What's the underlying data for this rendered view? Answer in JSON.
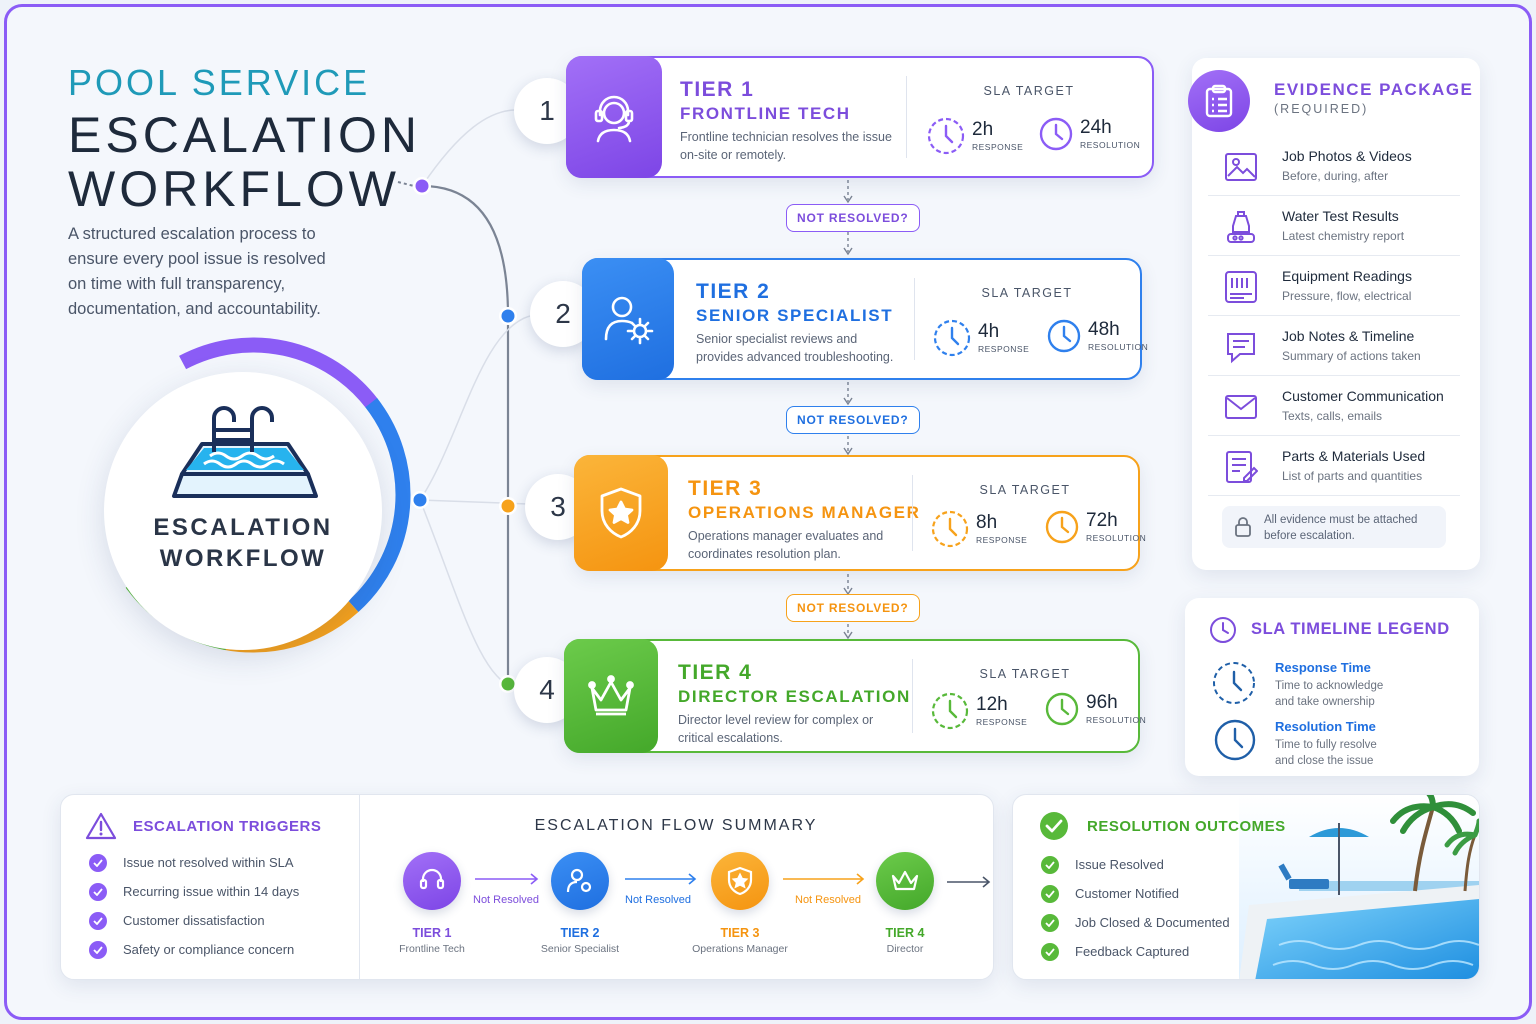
{
  "header": {
    "title_small": "POOL SERVICE",
    "title_line1": "ESCALATION",
    "title_line2": "WORKFLOW",
    "intro": "A structured escalation process to ensure every pool issue is resolved on time with full transparency, documentation, and accountability."
  },
  "hub": {
    "line1": "ESCALATION",
    "line2": "WORKFLOW"
  },
  "colors": {
    "purple": "#8b5cf6",
    "blue": "#2f80ed",
    "orange": "#f7a21b",
    "green": "#58b93a"
  },
  "tiers": [
    {
      "number": "1",
      "name": "TIER 1",
      "role": "FRONTLINE TECH",
      "desc": "Frontline technician resolves the issue on-site or remotely.",
      "sla_title": "SLA TARGET",
      "response": "2h",
      "resolution": "24h",
      "response_label": "RESPONSE",
      "resolution_label": "RESOLUTION",
      "icon": "headset-icon"
    },
    {
      "number": "2",
      "name": "TIER 2",
      "role": "SENIOR SPECIALIST",
      "desc": "Senior specialist reviews and provides advanced troubleshooting.",
      "sla_title": "SLA TARGET",
      "response": "4h",
      "resolution": "48h",
      "response_label": "RESPONSE",
      "resolution_label": "RESOLUTION",
      "icon": "user-gear-icon"
    },
    {
      "number": "3",
      "name": "TIER 3",
      "role": "OPERATIONS MANAGER",
      "desc": "Operations manager evaluates and coordinates resolution plan.",
      "sla_title": "SLA TARGET",
      "response": "8h",
      "resolution": "72h",
      "response_label": "RESPONSE",
      "resolution_label": "RESOLUTION",
      "icon": "shield-star-icon"
    },
    {
      "number": "4",
      "name": "TIER 4",
      "role": "DIRECTOR ESCALATION",
      "desc": "Director level review for complex or critical escalations.",
      "sla_title": "SLA TARGET",
      "response": "12h",
      "resolution": "96h",
      "response_label": "RESPONSE",
      "resolution_label": "RESOLUTION",
      "icon": "crown-icon"
    }
  ],
  "not_resolved": "NOT RESOLVED?",
  "evidence": {
    "title": "EVIDENCE PACKAGE",
    "subtitle": "(REQUIRED)",
    "items": [
      {
        "title": "Job Photos & Videos",
        "sub": "Before, during, after",
        "icon": "image-icon"
      },
      {
        "title": "Water Test Results",
        "sub": "Latest chemistry report",
        "icon": "test-kit-icon"
      },
      {
        "title": "Equipment Readings",
        "sub": "Pressure, flow, electrical",
        "icon": "gauge-panel-icon"
      },
      {
        "title": "Job Notes & Timeline",
        "sub": "Summary of actions taken",
        "icon": "notes-icon"
      },
      {
        "title": "Customer Communication",
        "sub": "Texts, calls, emails",
        "icon": "mail-icon"
      },
      {
        "title": "Parts & Materials Used",
        "sub": "List of parts and quantities",
        "icon": "parts-list-icon"
      }
    ],
    "note_line1": "All evidence must be attached",
    "note_line2": "before escalation."
  },
  "legend": {
    "title": "SLA TIMELINE LEGEND",
    "response_title": "Response Time",
    "response_desc1": "Time to acknowledge",
    "response_desc2": "and take ownership",
    "resolution_title": "Resolution Time",
    "resolution_desc1": "Time to fully resolve",
    "resolution_desc2": "and close the issue"
  },
  "triggers": {
    "title": "ESCALATION TRIGGERS",
    "items": [
      "Issue not resolved within SLA",
      "Recurring issue within 14 days",
      "Customer dissatisfaction",
      "Safety or compliance concern"
    ]
  },
  "flow_summary": {
    "title": "ESCALATION FLOW SUMMARY",
    "arrow_label": "Not Resolved",
    "nodes": [
      {
        "title": "TIER 1",
        "sub": "Frontline Tech"
      },
      {
        "title": "TIER 2",
        "sub": "Senior Specialist"
      },
      {
        "title": "TIER 3",
        "sub": "Operations Manager"
      },
      {
        "title": "TIER 4",
        "sub": "Director"
      }
    ]
  },
  "outcomes": {
    "title": "RESOLUTION OUTCOMES",
    "items": [
      "Issue Resolved",
      "Customer Notified",
      "Job Closed & Documented",
      "Feedback Captured"
    ]
  }
}
